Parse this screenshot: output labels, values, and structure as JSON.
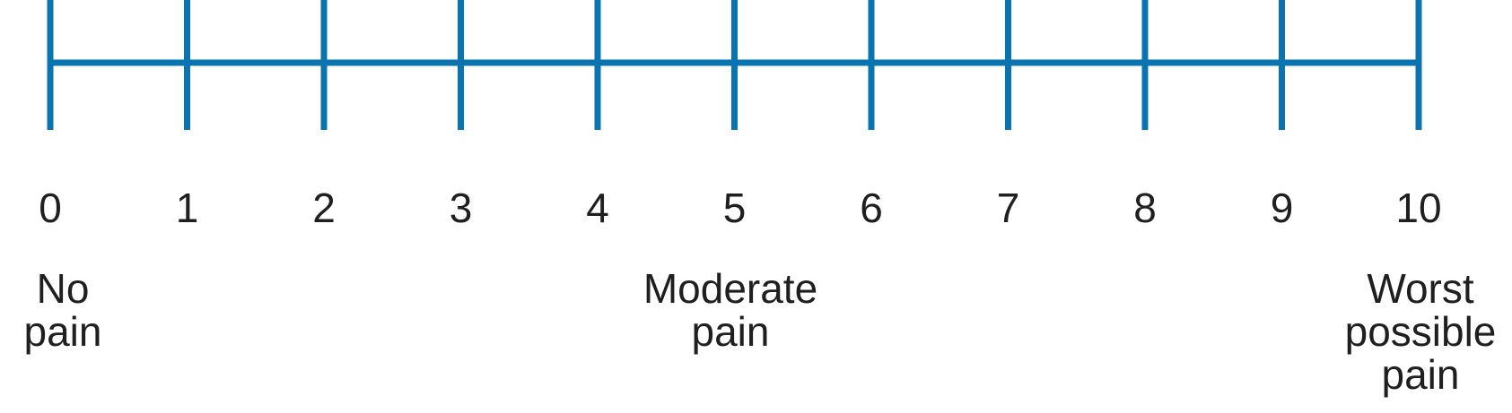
{
  "chart_data": {
    "type": "scale",
    "title": "",
    "scale_min": 0,
    "scale_max": 10,
    "ticks": [
      0,
      1,
      2,
      3,
      4,
      5,
      6,
      7,
      8,
      9,
      10
    ],
    "tick_labels": [
      "0",
      "1",
      "2",
      "3",
      "4",
      "5",
      "6",
      "7",
      "8",
      "9",
      "10"
    ],
    "anchors": [
      {
        "value": 0,
        "label": "No pain"
      },
      {
        "value": 5,
        "label": "Moderate pain"
      },
      {
        "value": 10,
        "label": "Worst possible pain"
      }
    ],
    "line_color": "#0a74b0"
  },
  "scale": {
    "numbers": [
      "0",
      "1",
      "2",
      "3",
      "4",
      "5",
      "6",
      "7",
      "8",
      "9",
      "10"
    ],
    "anchors": {
      "no_pain": {
        "line1": "No",
        "line2": "pain"
      },
      "moderate": {
        "line1": "Moderate",
        "line2": "pain"
      },
      "worst": {
        "line1": "Worst",
        "line2": "possible",
        "line3": "pain"
      }
    }
  }
}
